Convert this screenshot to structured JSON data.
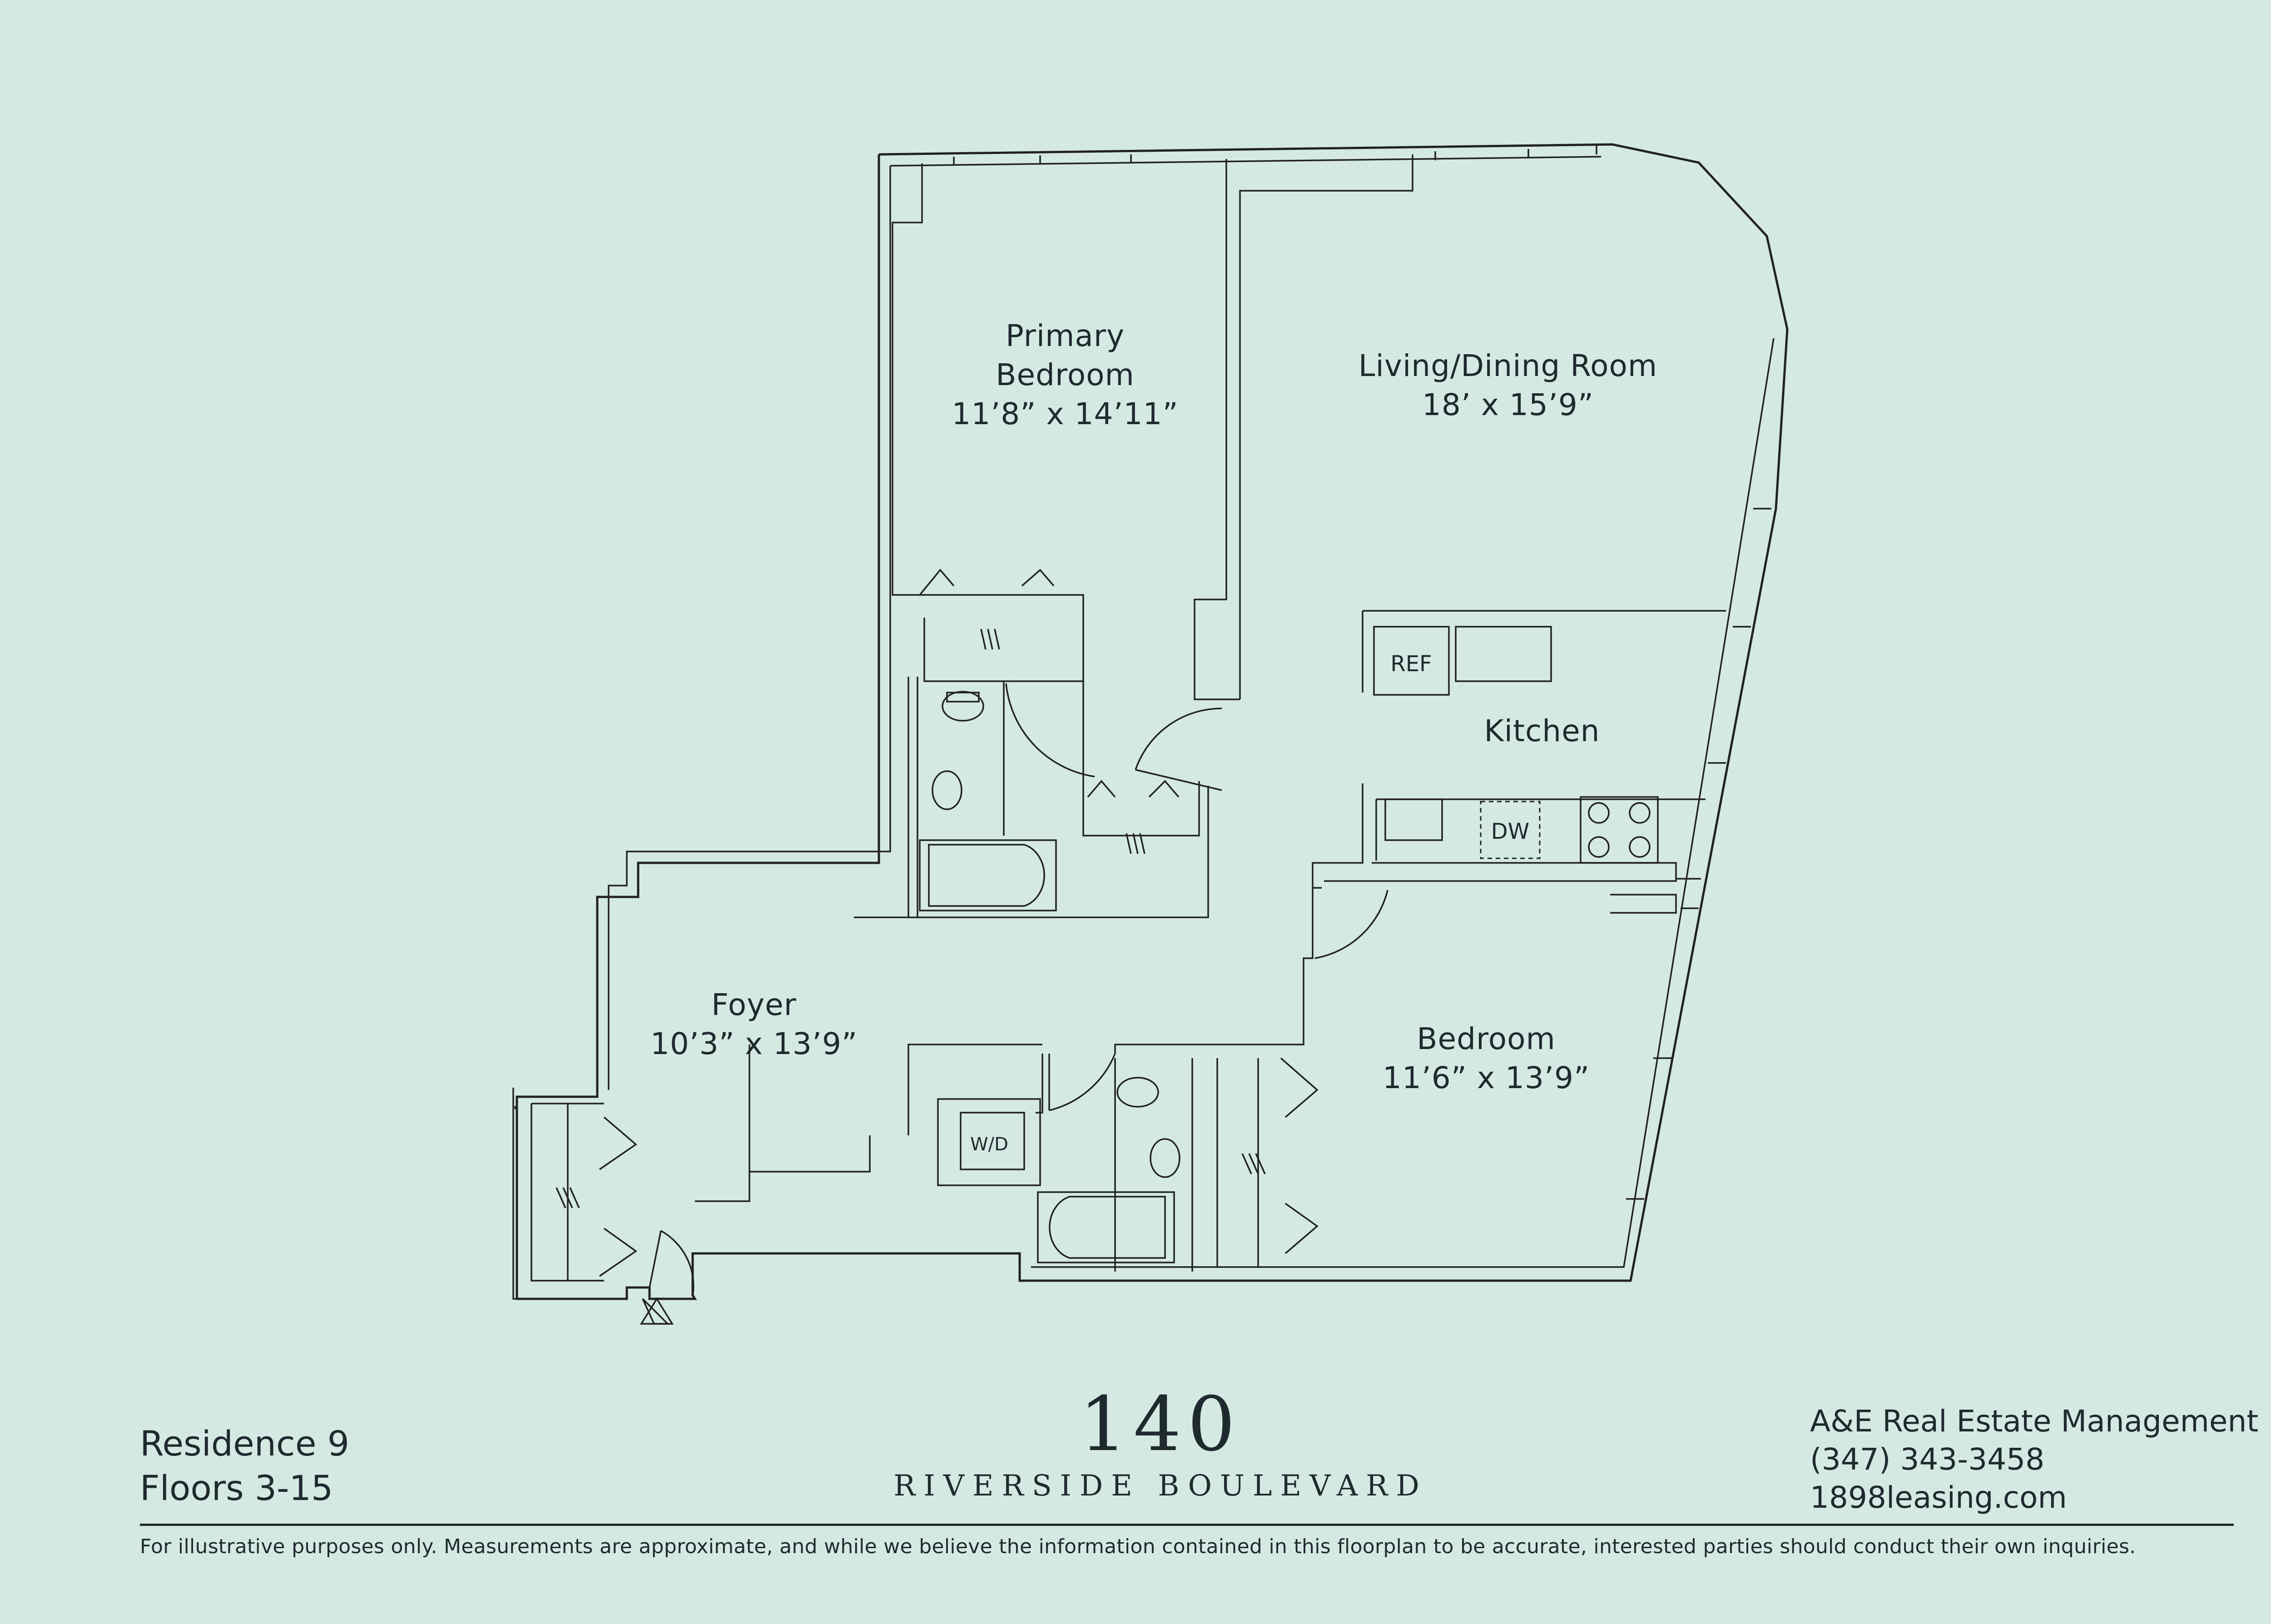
{
  "rooms": {
    "primary_bedroom": {
      "name_line1": "Primary",
      "name_line2": "Bedroom",
      "size": "11’8” x 14’11”"
    },
    "living_dining": {
      "name": "Living/Dining Room",
      "size": "18’ x 15’9”"
    },
    "kitchen": {
      "name": "Kitchen"
    },
    "foyer": {
      "name": "Foyer",
      "size": "10’3” x 13’9”"
    },
    "bedroom": {
      "name": "Bedroom",
      "size": "11’6” x 13’9”"
    }
  },
  "fixtures": {
    "refrigerator": "REF",
    "dishwasher": "DW",
    "washer_dryer": "W/D"
  },
  "footer": {
    "residence": "Residence 9",
    "floors": "Floors 3-15",
    "building_number": "140",
    "street": "RIVERSIDE BOULEVARD",
    "company": "A&E Real Estate Management",
    "phone": "(347) 343-3458",
    "website": "1898leasing.com",
    "disclaimer": "For illustrative purposes only.  Measurements are approximate, and while we believe the information contained in this floorplan to be accurate, interested parties should conduct their own inquiries."
  },
  "colors": {
    "background": "#d5e9e3",
    "ink": "#1f2a2e"
  }
}
